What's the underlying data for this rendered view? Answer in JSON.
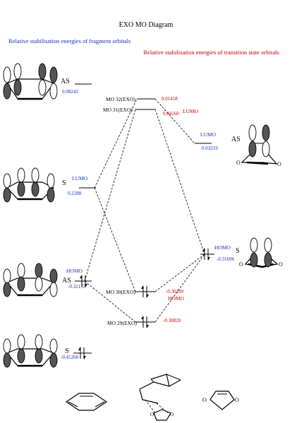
{
  "title": "EXO MO Diagram",
  "legend": {
    "fragment": "Relative stabilisation energies of fragment orbitals",
    "ts": "Relative stabilisation energies of transition state orbitals"
  },
  "colors": {
    "fragment": "#1a2ec2",
    "ts": "#c00000",
    "line": "#000000"
  },
  "left": {
    "as_upper": {
      "sym": "AS",
      "energy": "0.08243"
    },
    "s_lumo": {
      "sym": "S",
      "tag": "LUMO",
      "energy": "0.2288"
    },
    "as_homo": {
      "sym": "AS",
      "tag": "HOMO",
      "energy": "-0.32135"
    },
    "s_lower": {
      "sym": "S",
      "energy": "-0.41268"
    }
  },
  "center": {
    "mo32": {
      "label": "MO 32(EXO)",
      "energy": "0.01458"
    },
    "mo31": {
      "label": "MO 31(EXO)",
      "energy": "0.04160",
      "tag": "LUMO"
    },
    "mo30": {
      "label": "MO 30(EXO)",
      "energy": "-0.30189",
      "tag": "HOMO"
    },
    "mo29": {
      "label": "MO 29(EXO)",
      "energy": "-0.30820"
    }
  },
  "right": {
    "lumo": {
      "tag": "LUMO",
      "sym": "AS",
      "energy": "0.03219"
    },
    "homo": {
      "tag": "HOMO",
      "sym": "S",
      "energy": "-0.31696"
    }
  },
  "bottom": {
    "benzene": "benzene-structure",
    "ts": "transition-state-structure",
    "dioxole": "dioxole-structure"
  }
}
